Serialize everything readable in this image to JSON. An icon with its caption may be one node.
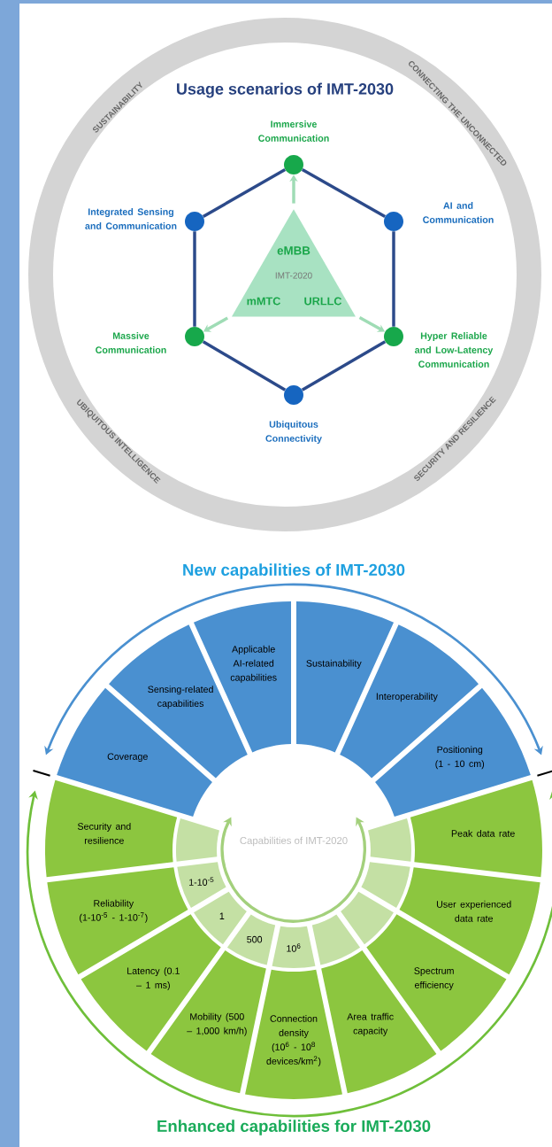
{
  "diagram": {
    "title": "Usage scenarios of IMT-2030",
    "nodes": [
      {
        "text": [
          "SUSTAINABILITY",
          "CONNECTING THE UNCONNECTED",
          "UBIQUITOUS INTELLIGENCE",
          "SECURITY AND RESILIENCE"
        ]
      },
      {
        "text": [
          "Immersive Communication"
        ],
        "in": 0
      },
      {
        "text": [
          "Integrated Sensing and Communication"
        ],
        "in": 0
      },
      {
        "text": [
          "AI and Communication"
        ],
        "in": 0
      },
      {
        "text": [
          "eMBB",
          "IMT-2020",
          "mMTC",
          "URLLC"
        ],
        "in": 0
      },
      {
        "text": [
          "Massive Communication"
        ],
        "in": 0
      },
      {
        "text": [
          "Hyper Reliable and Low-Latency Communication"
        ],
        "in": 0
      },
      {
        "text": [
          "Ubiquitous Connectivity"
        ],
        "in": 0
      },
      {
        "text": [
          "Coverage"
        ]
      },
      {
        "text": [
          "Sensing-related capabilities"
        ]
      },
      {
        "text": [
          "Applicable AI-related capabilities"
        ]
      },
      {
        "text": [
          "Sustainability"
        ]
      },
      {
        "text": [
          "Interoperability"
        ]
      },
      {
        "text": [
          "Positioning (1 - 10 cm)"
        ]
      },
      {
        "text": [
          "Security and resilience"
        ]
      },
      {
        "text": [
          "Reliability (1-10$^{-5}$ - 1-10$^{-7}$)"
        ]
      },
      {
        "text": [
          "Latency (0.1 – 1 ms)"
        ]
      },
      {
        "text": [
          "Mobility (500 – 1,000 km/h)"
        ]
      },
      {
        "text": [
          "Connection density (10$^{6}$ - 10$^{8}$ devices/km$^{2}$)"
        ]
      },
      {
        "text": [
          "Area traffic capacity"
        ]
      },
      {
        "text": [
          "Spectrum efficiency"
        ]
      },
      {
        "text": [
          "User experienced data rate"
        ]
      },
      {
        "text": [
          "Peak data rate"
        ]
      }
    ],
    "edges": [
      {
        "from": 1,
        "to": 3,
        "arrow": "none"
      },
      {
        "from": 3,
        "to": 6,
        "arrow": "none"
      },
      {
        "from": 6,
        "to": 7,
        "arrow": "none"
      },
      {
        "from": 7,
        "to": 5,
        "arrow": "none"
      },
      {
        "from": 5,
        "to": 2,
        "arrow": "none"
      },
      {
        "from": 2,
        "to": 1,
        "arrow": "none"
      },
      {
        "from": 4,
        "to": 1,
        "arrow": "to",
        "color": "#9fdcb5"
      },
      {
        "from": 4,
        "to": 5,
        "arrow": "to",
        "color": "#9fdcb5"
      },
      {
        "from": 4,
        "to": 6,
        "arrow": "to",
        "color": "#9fdcb5"
      }
    ],
    "labels": [
      "New capabilities of IMT-2030",
      "Capabilities of IMT-2020",
      "1-10$^{-5}$",
      "1",
      "500",
      "10$^{6}$",
      "Enhanced capabilities for IMT-2030"
    ]
  }
}
